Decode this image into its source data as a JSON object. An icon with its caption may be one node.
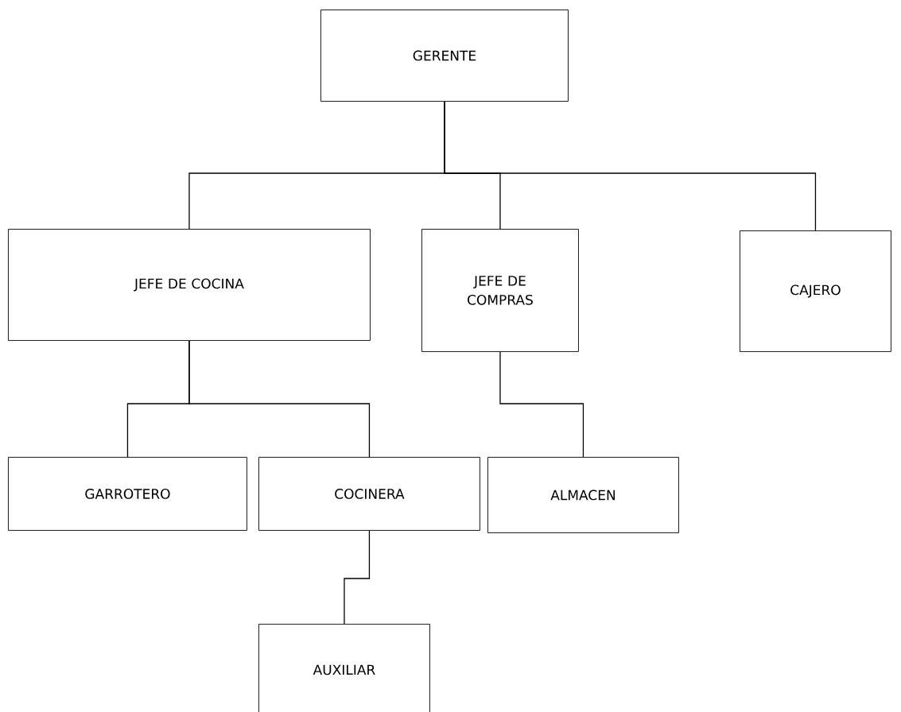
{
  "diagram": {
    "nodes": [
      {
        "text": [
          "GERENTE"
        ]
      },
      {
        "text": [
          "JEFE DE COCINA"
        ]
      },
      {
        "text": [
          "JEFE DE COMPRAS"
        ]
      },
      {
        "text": [
          "CAJERO"
        ]
      },
      {
        "text": [
          "GARROTERO"
        ]
      },
      {
        "text": [
          "COCINERA"
        ]
      },
      {
        "text": [
          "ALMACEN"
        ]
      },
      {
        "text": [
          "AUXILIAR"
        ]
      }
    ],
    "edges": [
      {
        "from": 0,
        "to": 1,
        "arrow": "none"
      },
      {
        "from": 0,
        "to": 2,
        "arrow": "none"
      },
      {
        "from": 0,
        "to": 3,
        "arrow": "none"
      },
      {
        "from": 1,
        "to": 4,
        "arrow": "none"
      },
      {
        "from": 1,
        "to": 5,
        "arrow": "none"
      },
      {
        "from": 2,
        "to": 6,
        "arrow": "none"
      },
      {
        "from": 5,
        "to": 7,
        "arrow": "none"
      }
    ]
  }
}
